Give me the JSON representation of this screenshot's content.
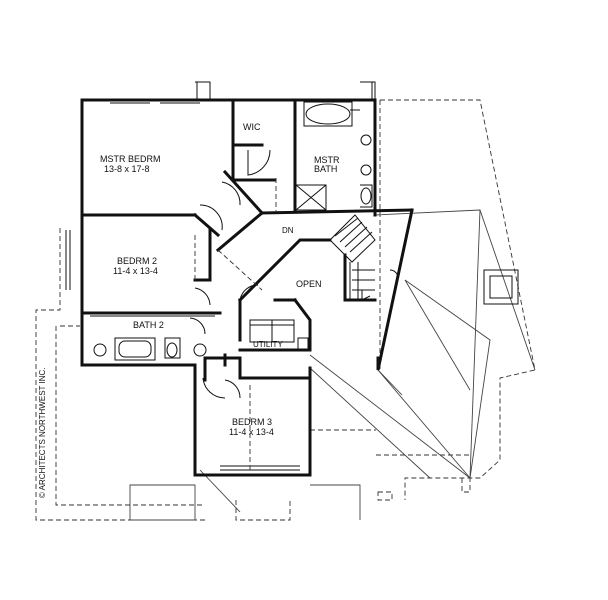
{
  "rooms": {
    "master_bedroom": {
      "name": "MSTR BEDRM",
      "size": "13-8 x 17-8"
    },
    "walk_in_closet": {
      "name": "WIC"
    },
    "master_bath": {
      "name_line1": "MSTR",
      "name_line2": "BATH"
    },
    "bedroom_2": {
      "name": "BEDRM 2",
      "size": "11-4 x 13-4"
    },
    "bath_2": {
      "name": "BATH 2"
    },
    "open": {
      "name": "OPEN"
    },
    "stair": {
      "label": "DN"
    },
    "utility": {
      "name": "UTILITY"
    },
    "bedroom_3": {
      "name": "BEDRM 3",
      "size": "11-4 x 13-4"
    }
  },
  "copyright": {
    "text": "© ARCHITECTS NORTHWEST INC."
  }
}
